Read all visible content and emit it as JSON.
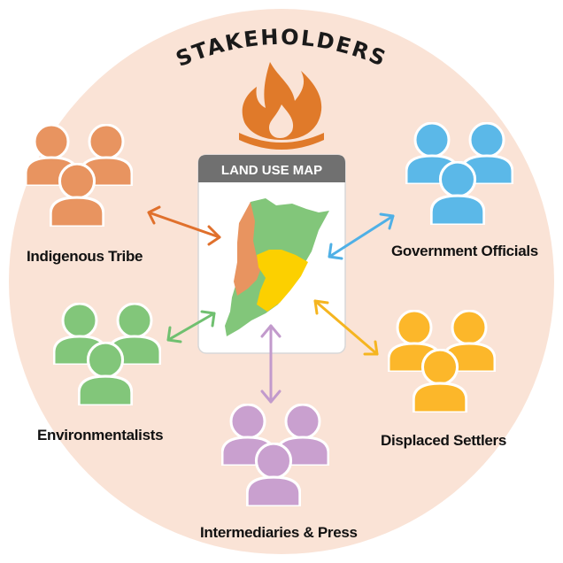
{
  "title": "STAKEHOLDERS",
  "map_card": {
    "header": "LAND USE MAP"
  },
  "colors": {
    "background_circle": "#fae3d6",
    "flame": "#e07a2a",
    "card_header": "#707070",
    "tribe": "#e89460",
    "government": "#5bb8e8",
    "settlers": "#fcb72a",
    "environmentalists": "#82c67a",
    "press": "#c9a0cf",
    "arrow_tribe": "#e0702c",
    "arrow_government": "#4fb0e6",
    "arrow_settlers": "#f5b520",
    "arrow_environmentalists": "#70c070",
    "arrow_press": "#c29acc"
  },
  "stakeholders": [
    {
      "id": "tribe",
      "label": "Indigenous Tribe",
      "icon": "people-group-icon"
    },
    {
      "id": "government",
      "label": "Government Officials",
      "icon": "people-group-icon"
    },
    {
      "id": "environmentalists",
      "label": "Environmentalists",
      "icon": "people-group-icon"
    },
    {
      "id": "settlers",
      "label": "Displaced Settlers",
      "icon": "people-group-icon"
    },
    {
      "id": "press",
      "label": "Intermediaries & Press",
      "icon": "people-group-icon"
    }
  ]
}
